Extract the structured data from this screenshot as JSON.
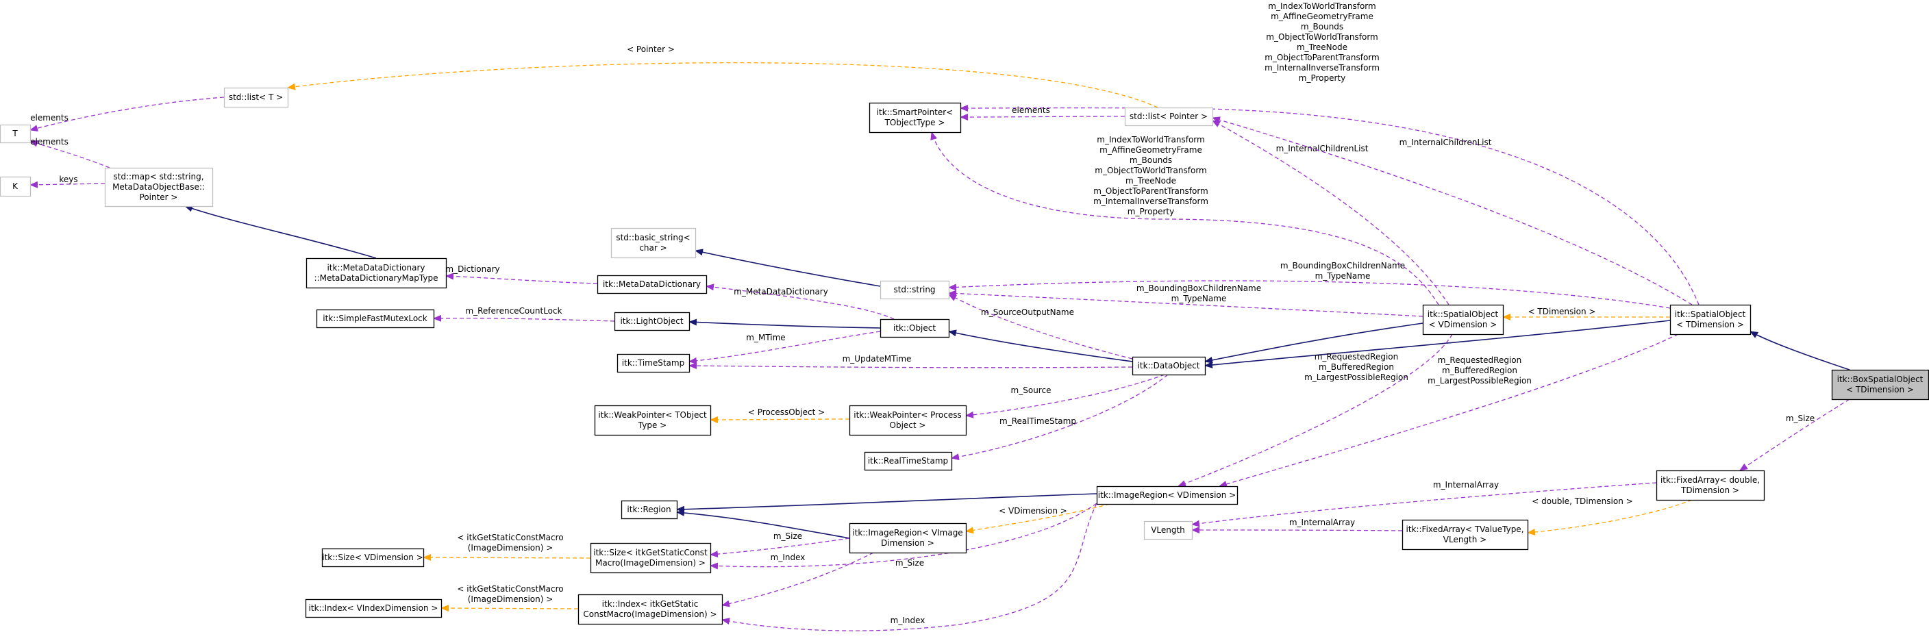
{
  "colors": {
    "inheritance": "#191970",
    "usage": "#9a32cd",
    "template": "#ffa500",
    "box_solid": "#000000",
    "box_undocumented": "#bfbfbf",
    "box_highlight_fill": "#bfbfbf"
  },
  "nodes": [
    {
      "id": "T",
      "lines": [
        "T"
      ],
      "style": "undocumented"
    },
    {
      "id": "K",
      "lines": [
        "K"
      ],
      "style": "undocumented"
    },
    {
      "id": "stdlistT",
      "lines": [
        "std::list< T >"
      ],
      "style": "undocumented"
    },
    {
      "id": "stdmap",
      "lines": [
        "std::map< std::string,",
        "MetaDataObjectBase::",
        "Pointer >"
      ],
      "style": "undocumented"
    },
    {
      "id": "mddmap",
      "lines": [
        "itk::MetaDataDictionary",
        "::MetaDataDictionaryMapType"
      ],
      "style": "solid"
    },
    {
      "id": "sfml",
      "lines": [
        "itk::SimpleFastMutexLock"
      ],
      "style": "solid"
    },
    {
      "id": "ts",
      "lines": [
        "itk::TimeStamp"
      ],
      "style": "solid"
    },
    {
      "id": "wpto",
      "lines": [
        "itk::WeakPointer< TObject",
        "Type >"
      ],
      "style": "solid"
    },
    {
      "id": "region",
      "lines": [
        "itk::Region"
      ],
      "style": "solid"
    },
    {
      "id": "sizeV",
      "lines": [
        "itk::Size< VDimension >"
      ],
      "style": "solid"
    },
    {
      "id": "indexV",
      "lines": [
        "itk::Index< VIndexDimension >"
      ],
      "style": "solid"
    },
    {
      "id": "bstring",
      "lines": [
        "std::basic_string<",
        "char >"
      ],
      "style": "undocumented"
    },
    {
      "id": "mdd",
      "lines": [
        "itk::MetaDataDictionary"
      ],
      "style": "solid"
    },
    {
      "id": "lobj",
      "lines": [
        "itk::LightObject"
      ],
      "style": "solid"
    },
    {
      "id": "sizeM",
      "lines": [
        "itk::Size< itkGetStaticConst",
        "Macro(ImageDimension) >"
      ],
      "style": "solid"
    },
    {
      "id": "indexM",
      "lines": [
        "itk::Index< itkGetStatic",
        "ConstMacro(ImageDimension) >"
      ],
      "style": "solid"
    },
    {
      "id": "sp",
      "lines": [
        "itk::SmartPointer<",
        "TObjectType >"
      ],
      "style": "solid"
    },
    {
      "id": "string",
      "lines": [
        "std::string"
      ],
      "style": "undocumented"
    },
    {
      "id": "obj",
      "lines": [
        "itk::Object"
      ],
      "style": "solid"
    },
    {
      "id": "wppo",
      "lines": [
        "itk::WeakPointer< Process",
        "Object >"
      ],
      "style": "solid"
    },
    {
      "id": "rts",
      "lines": [
        "itk::RealTimeStamp"
      ],
      "style": "solid"
    },
    {
      "id": "irVI",
      "lines": [
        "itk::ImageRegion< VImage",
        "Dimension >"
      ],
      "style": "solid"
    },
    {
      "id": "stdlistP",
      "lines": [
        "std::list< Pointer >"
      ],
      "style": "undocumented"
    },
    {
      "id": "dobj",
      "lines": [
        "itk::DataObject"
      ],
      "style": "solid"
    },
    {
      "id": "irVD",
      "lines": [
        "itk::ImageRegion< VDimension >"
      ],
      "style": "solid"
    },
    {
      "id": "vlength",
      "lines": [
        "VLength"
      ],
      "style": "undocumented"
    },
    {
      "id": "spoV",
      "lines": [
        "itk::SpatialObject",
        "< VDimension >"
      ],
      "style": "solid"
    },
    {
      "id": "faTV",
      "lines": [
        "itk::FixedArray< TValueType,",
        "VLength >"
      ],
      "style": "solid"
    },
    {
      "id": "spoT",
      "lines": [
        "itk::SpatialObject",
        "< TDimension >"
      ],
      "style": "solid"
    },
    {
      "id": "faD",
      "lines": [
        "itk::FixedArray< double,",
        "TDimension >"
      ],
      "style": "solid"
    },
    {
      "id": "bso",
      "lines": [
        "itk::BoxSpatialObject",
        "< TDimension >"
      ],
      "style": "highlight"
    }
  ],
  "edges": [
    {
      "id": "e1",
      "type": "usage",
      "lines": [
        "elements"
      ]
    },
    {
      "id": "e2",
      "type": "usage",
      "lines": [
        "elements"
      ]
    },
    {
      "id": "e3",
      "type": "usage",
      "lines": [
        "keys"
      ]
    },
    {
      "id": "e4",
      "type": "inheritance",
      "lines": []
    },
    {
      "id": "e5",
      "type": "usage",
      "lines": [
        "m_Dictionary"
      ]
    },
    {
      "id": "e6",
      "type": "usage",
      "lines": [
        "m_ReferenceCountLock"
      ]
    },
    {
      "id": "e7",
      "type": "inheritance",
      "lines": []
    },
    {
      "id": "e8",
      "type": "usage",
      "lines": [
        "m_MetaDataDictionary"
      ]
    },
    {
      "id": "e9",
      "type": "usage",
      "lines": [
        "m_MTime"
      ]
    },
    {
      "id": "e10",
      "type": "usage",
      "lines": [
        "m_UpdateMTime"
      ]
    },
    {
      "id": "e11",
      "type": "inheritance",
      "lines": []
    },
    {
      "id": "e12",
      "type": "inheritance",
      "lines": []
    },
    {
      "id": "e13",
      "type": "usage",
      "lines": [
        "m_SourceOutputName"
      ]
    },
    {
      "id": "e14",
      "type": "usage",
      "lines": [
        "m_Source"
      ]
    },
    {
      "id": "e15",
      "type": "template",
      "lines": [
        "< ProcessObject >"
      ]
    },
    {
      "id": "e16",
      "type": "usage",
      "lines": [
        "m_RealTimeStamp"
      ]
    },
    {
      "id": "e17",
      "type": "inheritance",
      "lines": []
    },
    {
      "id": "e18",
      "type": "inheritance",
      "lines": []
    },
    {
      "id": "e19",
      "type": "template",
      "lines": [
        "< VDimension >"
      ]
    },
    {
      "id": "e20",
      "type": "usage",
      "lines": [
        "m_Size"
      ]
    },
    {
      "id": "e21",
      "type": "usage",
      "lines": [
        "m_Size"
      ]
    },
    {
      "id": "e22",
      "type": "usage",
      "lines": [
        "m_Index"
      ]
    },
    {
      "id": "e23",
      "type": "usage",
      "lines": [
        "m_Index"
      ]
    },
    {
      "id": "e24",
      "type": "template",
      "lines": [
        "< itkGetStaticConstMacro",
        "(ImageDimension) >"
      ]
    },
    {
      "id": "e25",
      "type": "template",
      "lines": [
        "< itkGetStaticConstMacro",
        "(ImageDimension) >"
      ]
    },
    {
      "id": "e26",
      "type": "template",
      "lines": [
        "< Pointer >"
      ]
    },
    {
      "id": "e27",
      "type": "usage",
      "lines": [
        "elements"
      ]
    },
    {
      "id": "e28",
      "type": "usage",
      "lines": [
        "m_IndexToWorldTransform",
        "m_AffineGeometryFrame",
        "m_Bounds",
        "m_ObjectToWorldTransform",
        "m_TreeNode",
        "m_ObjectToParentTransform",
        "m_InternalInverseTransform",
        "m_Property"
      ]
    },
    {
      "id": "e29",
      "type": "usage",
      "lines": [
        "m_IndexToWorldTransform",
        "m_AffineGeometryFrame",
        "m_Bounds",
        "m_ObjectToWorldTransform",
        "m_TreeNode",
        "m_ObjectToParentTransform",
        "m_InternalInverseTransform",
        "m_Property"
      ]
    },
    {
      "id": "e30",
      "type": "usage",
      "lines": [
        "m_InternalChildrenList"
      ]
    },
    {
      "id": "e31",
      "type": "usage",
      "lines": [
        "m_InternalChildrenList"
      ]
    },
    {
      "id": "e32",
      "type": "usage",
      "lines": [
        "m_BoundingBoxChildrenName",
        "m_TypeName"
      ]
    },
    {
      "id": "e33",
      "type": "usage",
      "lines": [
        "m_BoundingBoxChildrenName",
        "m_TypeName"
      ]
    },
    {
      "id": "e34",
      "type": "inheritance",
      "lines": []
    },
    {
      "id": "e35",
      "type": "inheritance",
      "lines": []
    },
    {
      "id": "e36",
      "type": "template",
      "lines": [
        "< TDimension >"
      ]
    },
    {
      "id": "e37",
      "type": "usage",
      "lines": [
        "m_RequestedRegion",
        "m_BufferedRegion",
        "m_LargestPossibleRegion"
      ]
    },
    {
      "id": "e38",
      "type": "usage",
      "lines": [
        "m_RequestedRegion",
        "m_BufferedRegion",
        "m_LargestPossibleRegion"
      ]
    },
    {
      "id": "e39",
      "type": "inheritance",
      "lines": []
    },
    {
      "id": "e40",
      "type": "usage",
      "lines": [
        "m_Size"
      ]
    },
    {
      "id": "e41",
      "type": "usage",
      "lines": [
        "m_InternalArray"
      ]
    },
    {
      "id": "e42",
      "type": "usage",
      "lines": [
        "m_InternalArray"
      ]
    },
    {
      "id": "e43",
      "type": "template",
      "lines": [
        "< double, TDimension >"
      ]
    }
  ]
}
